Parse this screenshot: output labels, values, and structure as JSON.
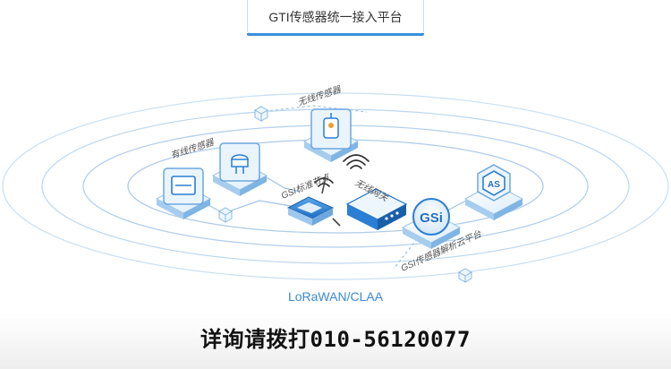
{
  "header": {
    "title": "GTI传感器统一接入平台"
  },
  "diagram": {
    "labels": {
      "wired_sensor": "有线传感器",
      "wireless_sensor": "无线传感器",
      "gsi_node": "GSI标准节点",
      "wireless_gateway": "无线网关",
      "gsi_platform": "GSI传感器解析云平台"
    },
    "badges": {
      "as": "AS",
      "gsi": "GSi"
    },
    "protocol": "LoRaWAN/CLAA"
  },
  "footer": {
    "phone_line": "详询请拨打010-56120077"
  },
  "colors": {
    "accent": "#3b8fdb",
    "ring": "#b9d4ee",
    "tile_top": "#e9f4fd",
    "tile_side": "#8ec2ec",
    "node_blue": "#2a7fd4",
    "text_label": "#555555"
  }
}
